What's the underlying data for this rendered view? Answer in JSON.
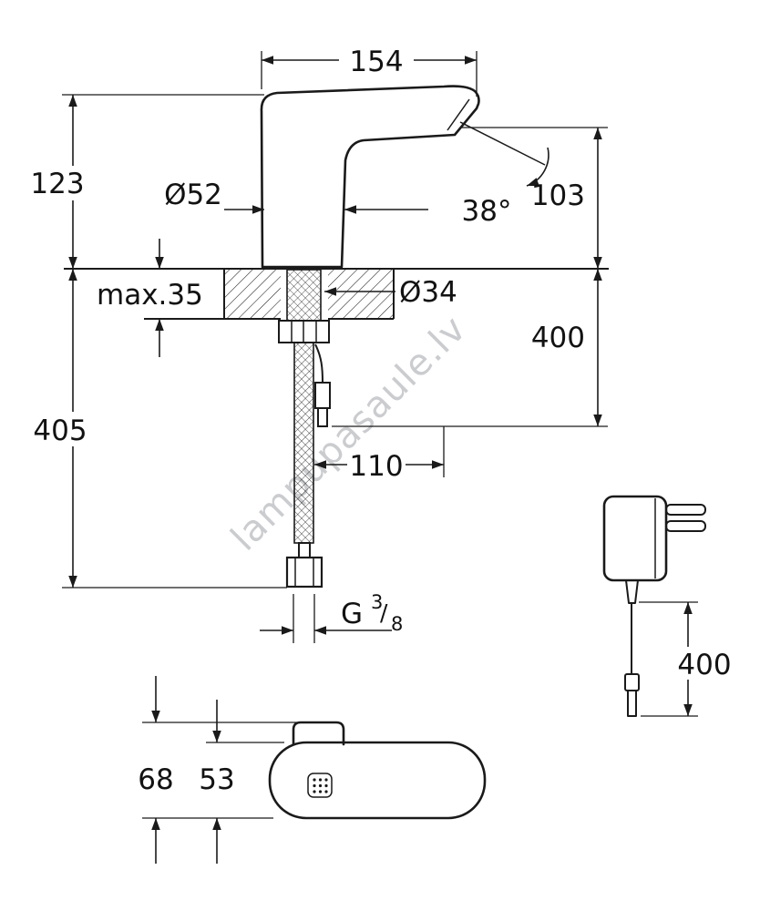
{
  "drawing": {
    "labels": {
      "spout_reach": "154",
      "body_height": "123",
      "body_diameter": "Ø52",
      "spout_angle": "38°",
      "outlet_height": "103",
      "deck_thickness": "max.35",
      "hole_diameter": "Ø34",
      "sensor_cable_length": "400",
      "total_height": "405",
      "plug_distance": "110",
      "thread_g": "G",
      "thread_numerator": "3",
      "thread_slash": "/",
      "thread_denominator": "8",
      "top_view_total_depth": "68",
      "top_view_body_depth": "53",
      "psu_cable_length": "400"
    },
    "watermark": "lampupasaule.lv",
    "colors": {
      "line": "#1a1a1a",
      "watermark": "#a9abb0",
      "background": "#ffffff"
    }
  }
}
